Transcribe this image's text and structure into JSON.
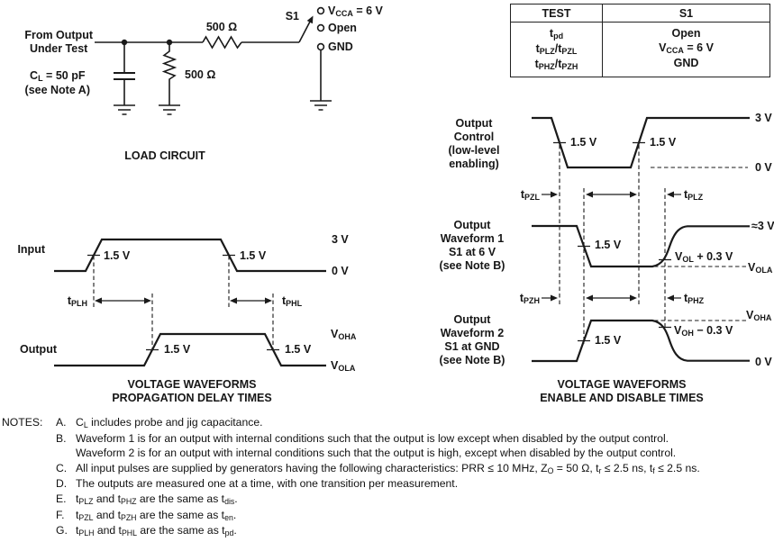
{
  "load_circuit": {
    "source_label": [
      "From Output",
      "Under Test"
    ],
    "cl_value": [
      {
        "t": "C"
      },
      {
        "t": "L",
        "sub": true
      },
      {
        "t": " = 50 pF"
      }
    ],
    "cl_note": "(see Note A)",
    "shunt_resistor": "500 Ω",
    "series_resistor": "500 Ω",
    "switch_label": "S1",
    "terminal_vcc": [
      {
        "t": "V"
      },
      {
        "t": "CCA",
        "sub": true
      },
      {
        "t": " = 6 V"
      }
    ],
    "terminal_open": "Open",
    "terminal_gnd": "GND",
    "title": "LOAD CIRCUIT"
  },
  "test_table": {
    "col1_header": "TEST",
    "col2_header": "S1",
    "tests": [
      [
        {
          "t": "t"
        },
        {
          "t": "pd",
          "sub": true
        }
      ],
      [
        {
          "t": "t"
        },
        {
          "t": "PLZ",
          "sub": true
        },
        {
          "t": "/t"
        },
        {
          "t": "PZL",
          "sub": true
        }
      ],
      [
        {
          "t": "t"
        },
        {
          "t": "PHZ",
          "sub": true
        },
        {
          "t": "/t"
        },
        {
          "t": "PZH",
          "sub": true
        }
      ]
    ],
    "s1_values": [
      [
        {
          "t": "Open"
        }
      ],
      [
        {
          "t": "V"
        },
        {
          "t": "CCA",
          "sub": true
        },
        {
          "t": " = 6 V"
        }
      ],
      [
        {
          "t": "GND"
        }
      ]
    ]
  },
  "prop_delay": {
    "input_label": "Input",
    "output_label": "Output",
    "level_3v": "3 V",
    "level_0v": "0 V",
    "level_15v": "1.5 V",
    "level_voha": [
      {
        "t": "V"
      },
      {
        "t": "OHA",
        "sub": true
      }
    ],
    "level_vola": [
      {
        "t": "V"
      },
      {
        "t": "OLA",
        "sub": true
      }
    ],
    "tplh": [
      {
        "t": "t"
      },
      {
        "t": "PLH",
        "sub": true
      }
    ],
    "tphl": [
      {
        "t": "t"
      },
      {
        "t": "PHL",
        "sub": true
      }
    ],
    "title_line1": "VOLTAGE WAVEFORMS",
    "title_line2": "PROPAGATION DELAY TIMES"
  },
  "enable_disable": {
    "control_label": [
      "Output",
      "Control",
      "(low-level",
      "enabling)"
    ],
    "wave1_label": [
      "Output",
      "Waveform 1",
      "S1 at 6 V",
      "(see Note B)"
    ],
    "wave2_label": [
      "Output",
      "Waveform 2",
      "S1 at GND",
      "(see Note B)"
    ],
    "level_3v": "3 V",
    "level_0v": "0 V",
    "level_15v": "1.5 V",
    "level_approx3v": "≈3 V",
    "level_vol03": [
      {
        "t": "V"
      },
      {
        "t": "OL",
        "sub": true
      },
      {
        "t": " + 0.3 V"
      }
    ],
    "level_vola": [
      {
        "t": "V"
      },
      {
        "t": "OLA",
        "sub": true
      }
    ],
    "level_voha": [
      {
        "t": "V"
      },
      {
        "t": "OHA",
        "sub": true
      }
    ],
    "level_voh03": [
      {
        "t": "V"
      },
      {
        "t": "OH",
        "sub": true
      },
      {
        "t": " − 0.3 V"
      }
    ],
    "tpzl": [
      {
        "t": "t"
      },
      {
        "t": "PZL",
        "sub": true
      }
    ],
    "tplz": [
      {
        "t": "t"
      },
      {
        "t": "PLZ",
        "sub": true
      }
    ],
    "tpzh": [
      {
        "t": "t"
      },
      {
        "t": "PZH",
        "sub": true
      }
    ],
    "tphz": [
      {
        "t": "t"
      },
      {
        "t": "PHZ",
        "sub": true
      }
    ],
    "title_line1": "VOLTAGE WAVEFORMS",
    "title_line2": "ENABLE AND DISABLE TIMES"
  },
  "notes": {
    "label": "NOTES:",
    "items": [
      {
        "letter": "A.",
        "lines": [
          [
            {
              "t": "C"
            },
            {
              "t": "L",
              "sub": true
            },
            {
              "t": " includes probe and jig capacitance."
            }
          ]
        ]
      },
      {
        "letter": "B.",
        "lines": [
          [
            {
              "t": "Waveform 1 is for an output with internal conditions such that the output is low except when disabled by the output control."
            }
          ],
          [
            {
              "t": "Waveform 2 is for an output with internal conditions such that the output is high, except when disabled by the output control."
            }
          ]
        ]
      },
      {
        "letter": "C.",
        "lines": [
          [
            {
              "t": "All input pulses are supplied by generators having the following characteristics: PRR ≤ 10 MHz, Z"
            },
            {
              "t": "O",
              "sub": true
            },
            {
              "t": " = 50 Ω, t"
            },
            {
              "t": "r",
              "sub": true
            },
            {
              "t": " ≤ 2.5 ns, t"
            },
            {
              "t": "f",
              "sub": true
            },
            {
              "t": " ≤ 2.5 ns."
            }
          ]
        ]
      },
      {
        "letter": "D.",
        "lines": [
          [
            {
              "t": "The outputs are measured one at a time, with one transition per measurement."
            }
          ]
        ]
      },
      {
        "letter": "E.",
        "lines": [
          [
            {
              "t": "t"
            },
            {
              "t": "PLZ",
              "sub": true
            },
            {
              "t": " and t"
            },
            {
              "t": "PHZ",
              "sub": true
            },
            {
              "t": " are the same as t"
            },
            {
              "t": "dis",
              "sub": true
            },
            {
              "t": "."
            }
          ]
        ]
      },
      {
        "letter": "F.",
        "lines": [
          [
            {
              "t": "t"
            },
            {
              "t": "PZL",
              "sub": true
            },
            {
              "t": " and t"
            },
            {
              "t": "PZH",
              "sub": true
            },
            {
              "t": " are the same as t"
            },
            {
              "t": "en",
              "sub": true
            },
            {
              "t": "."
            }
          ]
        ]
      },
      {
        "letter": "G.",
        "lines": [
          [
            {
              "t": "t"
            },
            {
              "t": "PLH",
              "sub": true
            },
            {
              "t": " and t"
            },
            {
              "t": "PHL",
              "sub": true
            },
            {
              "t": " are the same as t"
            },
            {
              "t": "pd",
              "sub": true
            },
            {
              "t": "."
            }
          ]
        ]
      }
    ]
  }
}
